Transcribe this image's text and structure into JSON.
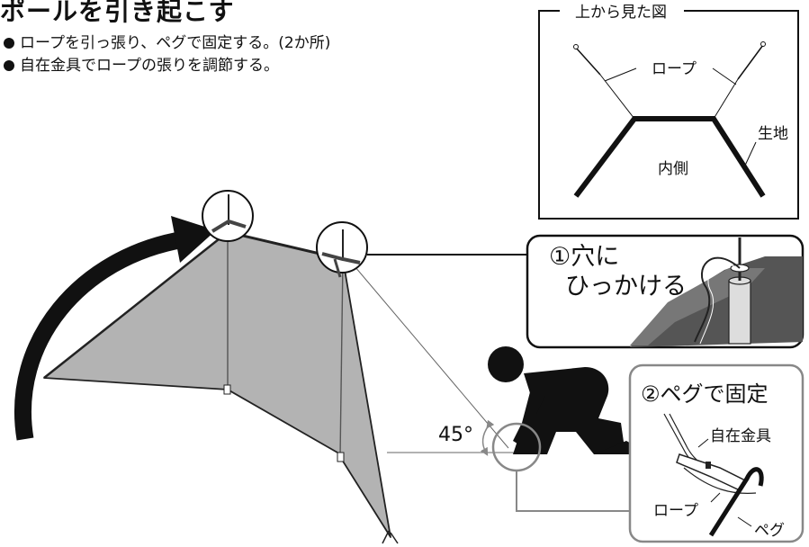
{
  "heading": "ポールを引き起こす",
  "bullets": [
    "ロープを引っ張り、ペグで固定する。(2か所)",
    "自在金具でロープの張りを調節する。"
  ],
  "top_view": {
    "title": "上から見た図",
    "rope_label": "ロープ",
    "fabric_label": "生地",
    "inside_label": "内側"
  },
  "callout_hole": {
    "text_line1": "①穴に",
    "text_line2": "ひっかける"
  },
  "callout_peg": {
    "title": "②ペグで固定",
    "adjuster_label": "自在金具",
    "rope_label": "ロープ",
    "peg_label": "ペグ"
  },
  "angle_label": "45°"
}
